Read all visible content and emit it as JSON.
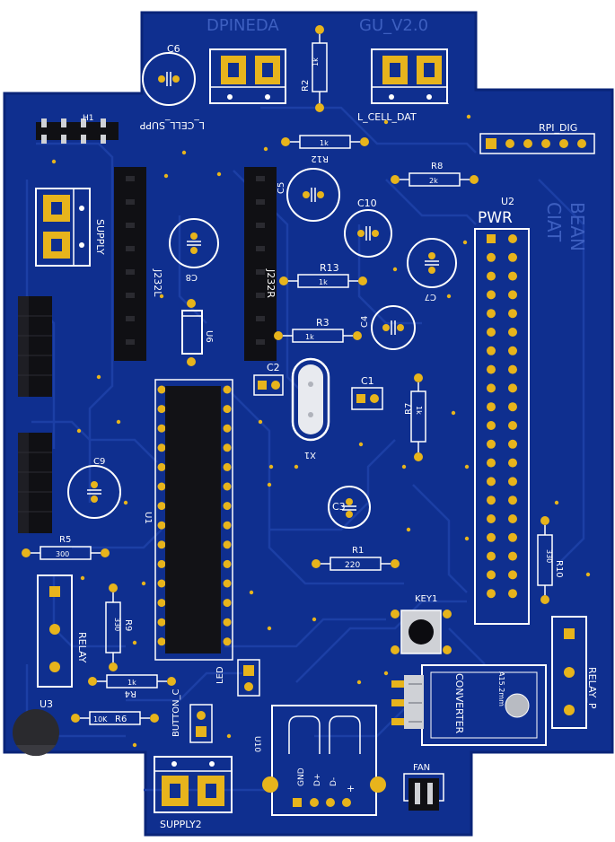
{
  "board": {
    "title_left": "DPINEDA",
    "title_right": "GU_V2.0",
    "side_text_1": "CIAT",
    "side_text_2": "BEAN",
    "colors": {
      "board": "#0f2f8f",
      "board_edge": "#0a2478",
      "trace": "#1c3fa5",
      "pad_gold": "#e7b41c",
      "pad_silver": "#cfd1d6",
      "silk": "#ffffff",
      "header_black": "#101014"
    }
  },
  "labels": {
    "c6": "C6",
    "r2": "R2",
    "r2_val": "1k",
    "l_cell_supp": "L_CELL_SUPP",
    "l_cell_dat": "L_CELL_DAT",
    "h1": "H1",
    "r12": "R12",
    "r12_val": "1k",
    "rpi_dig": "RPI_DIG",
    "supply": "SUPPLY",
    "c5": "C5",
    "r8": "R8",
    "r8_val": "2k",
    "u2": "U2",
    "pwr": "PWR",
    "c10": "C10",
    "c8": "C8",
    "j232l": "J232L",
    "j232r": "J232R",
    "r13": "R13",
    "r13_val": "1k",
    "c7": "C7",
    "u6": "U6",
    "r3": "R3",
    "r3_val": "1k",
    "c4": "C4",
    "c2": "C2",
    "c1": "C1",
    "r7": "R7",
    "r7_val": "1k",
    "x1": "X1",
    "c9": "C9",
    "u1": "U1",
    "c3": "C3",
    "r5": "R5",
    "r5_val": "300",
    "r1": "R1",
    "r1_val": "220",
    "r10": "R10",
    "r10_val": "330",
    "relay": "RELAY",
    "r9": "R9",
    "r9_val": "330",
    "key1": "KEY1",
    "r4": "R4",
    "r4_val": "1k",
    "led": "LED",
    "button_c": "BUTTON_C",
    "converter": "CONVERTER",
    "dim": "A15.2mm",
    "relay_p": "RELAY_P",
    "u3": "U3",
    "r6": "R6",
    "r6_val": "10K",
    "u10": "U10",
    "gnd": "GND",
    "d_plus": "D+",
    "d_minus": "D-",
    "plus": "+",
    "fan": "FAN",
    "supply2": "SUPPLY2",
    "pin1": "1"
  }
}
